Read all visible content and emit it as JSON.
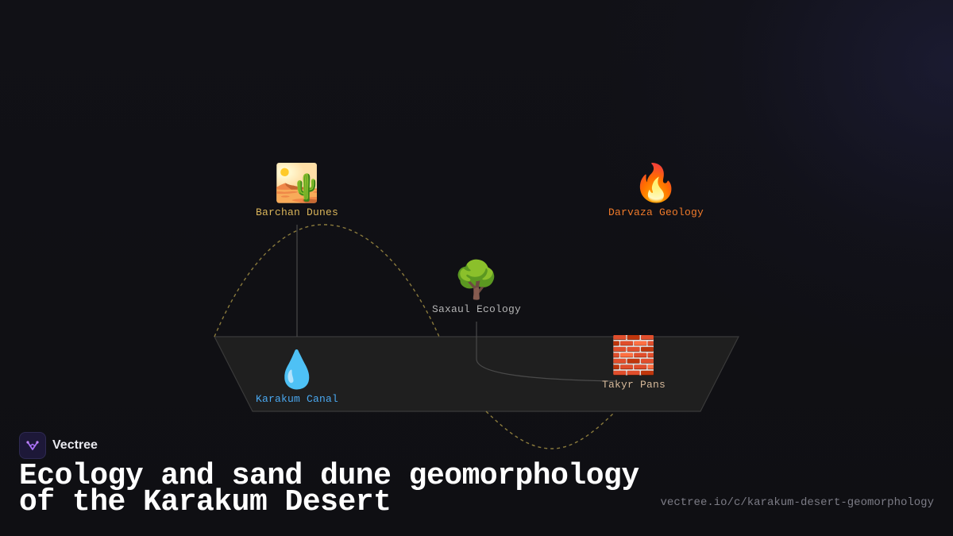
{
  "diagram": {
    "nodes": [
      {
        "id": "barchan",
        "label": "Barchan Dunes",
        "icon": "🏜️",
        "icon_name": "desert-icon",
        "color": "#d9b45a"
      },
      {
        "id": "darvaza",
        "label": "Darvaza Geology",
        "icon": "🔥",
        "icon_name": "fire-icon",
        "color": "#f07a2a"
      },
      {
        "id": "saxaul",
        "label": "Saxaul Ecology",
        "icon": "🌳",
        "icon_name": "tree-icon",
        "color": "#b4b4b4"
      },
      {
        "id": "karakum",
        "label": "Karakum Canal",
        "icon": "💧",
        "icon_name": "water-drop-icon",
        "color": "#4aa8f0"
      },
      {
        "id": "takyr",
        "label": "Takyr Pans",
        "icon": "🧱",
        "icon_name": "brick-icon",
        "color": "#d6b99a"
      }
    ],
    "edges": [
      {
        "from": "barchan",
        "to": "karakum",
        "style": "solid"
      },
      {
        "from": "saxaul",
        "to": "takyr",
        "style": "solid"
      },
      {
        "from": "karakum",
        "to": "takyr",
        "style": "dashed"
      }
    ],
    "colors": {
      "plane_fill": "#1f1f1f",
      "plane_stroke": "#3a3a3a",
      "dashed_path": "#8a7a3c",
      "connector": "#4a4a4a"
    }
  },
  "brand": {
    "name": "Vectree",
    "logo_icon": "vectree-logo-icon",
    "accent": "#8b5cf6"
  },
  "title": {
    "line1": "Ecology and sand dune geomorphology",
    "line2": "of the Karakum Desert"
  },
  "url": "vectree.io/c/karakum-desert-geomorphology"
}
